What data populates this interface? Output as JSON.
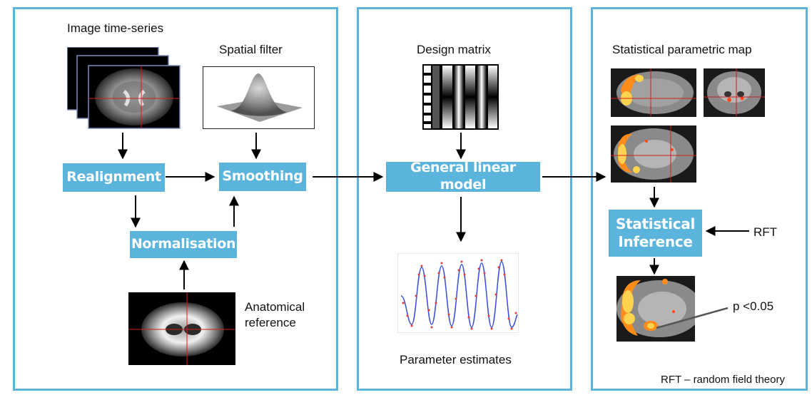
{
  "panels": {
    "preprocessing": {
      "labels": {
        "time_series": "Image time-series",
        "spatial_filter": "Spatial filter",
        "anatomical": "Anatomical\nreference"
      },
      "boxes": {
        "realignment": "Realignment",
        "smoothing": "Smoothing",
        "normalisation": "Normalisation"
      }
    },
    "model": {
      "labels": {
        "design_matrix": "Design matrix",
        "parameter_estimates": "Parameter estimates"
      },
      "boxes": {
        "glm": "General linear model"
      }
    },
    "inference": {
      "labels": {
        "spm": "Statistical parametric map",
        "rft": "RFT",
        "p_value": "p <0.05",
        "footnote": "RFT – random field theory"
      },
      "boxes": {
        "inference": "Statistical\nInference"
      }
    }
  },
  "colors": {
    "panel_border": "#5bb4dc",
    "box_fill": "#5bb4dc",
    "box_text": "#ffffff",
    "arrow": "#000000",
    "activation": "#ff8c1a",
    "fit_line": "#3a4fd6",
    "data_points": "#e23b3b"
  }
}
